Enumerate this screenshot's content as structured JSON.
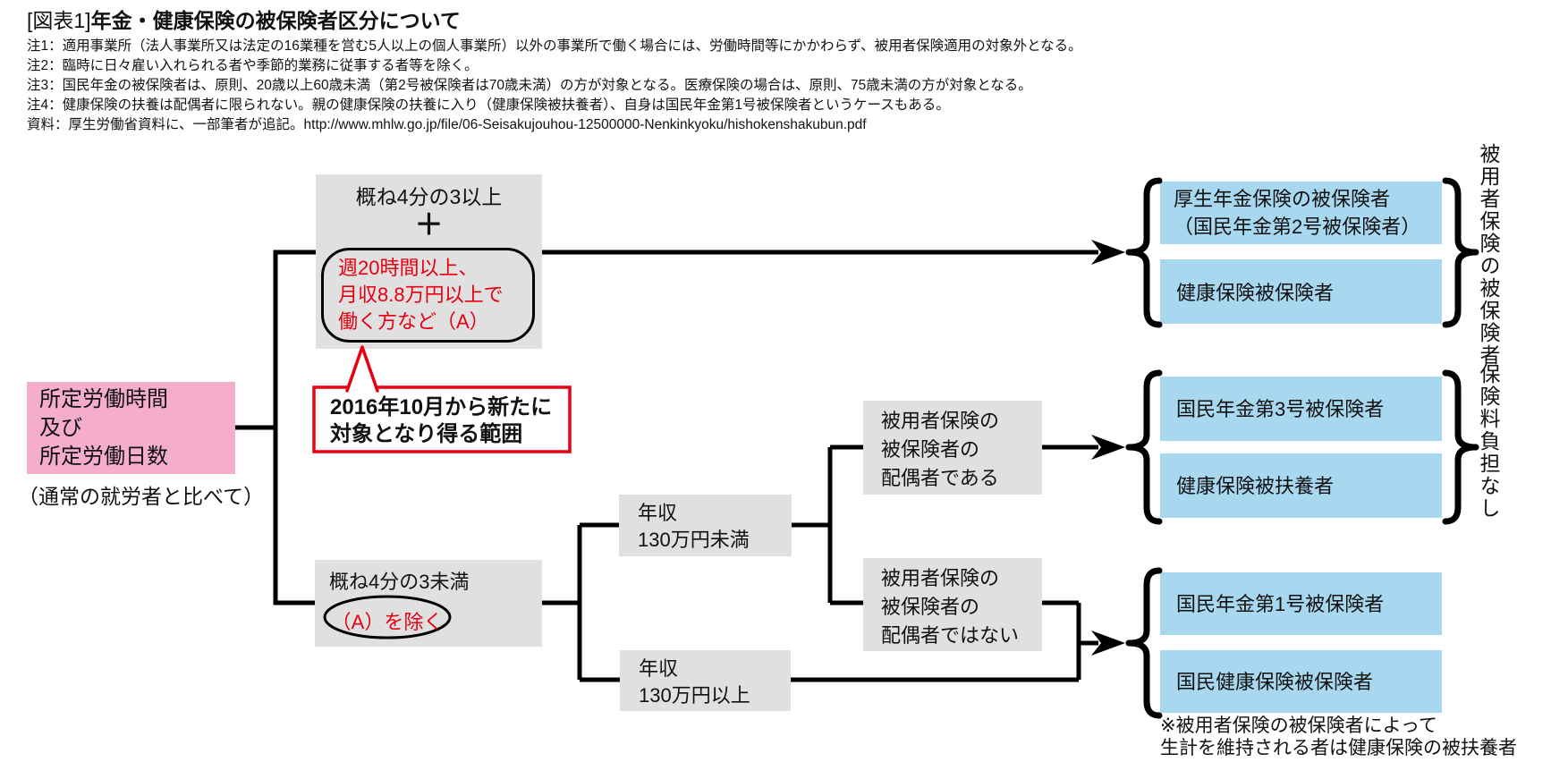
{
  "header": {
    "title_tag": "[図表1]",
    "title_text": "年金・健康保険の被保険者区分について",
    "notes": [
      "注1：適用事業所（法人事業所又は法定の16業種を営む5人以上の個人事業所）以外の事業所で働く場合には、労働時間等にかかわらず、被用者保険適用の対象外となる。",
      "注2：臨時に日々雇い入れられる者や季節的業務に従事する者等を除く。",
      "注3：国民年金の被保険者は、原則、20歳以上60歳未満（第2号被保険者は70歳未満）の方が対象となる。医療保険の場合は、原則、75歳未満の方が対象となる。",
      "注4：健康保険の扶養は配偶者に限られない。親の健康保険の扶養に入り（健康保険被扶養者）、自身は国民年金第1号被保険者というケースもある。",
      "資料：厚生労働省資料に、一部筆者が追記。http://www.mhlw.go.jp/file/06-Seisakujouhou-12500000-Nenkinkyoku/hishokenshakubun.pdf"
    ]
  },
  "flow": {
    "root": {
      "l1": "所定労働時間",
      "l2": "及び",
      "l3": "所定労働日数",
      "caption": "（通常の就労者と比べて）"
    },
    "upper": {
      "label": "概ね4分の3以上",
      "plus": "＋",
      "cond1": "週20時間以上、",
      "cond2": "月収8.8万円以上で",
      "cond3": "働く方など（A）"
    },
    "callout": {
      "l1": "2016年10月から新たに",
      "l2": "対象となり得る範囲"
    },
    "lower": {
      "label": "概ね4分の3未満",
      "exception": "（A）を除く"
    },
    "income_under": {
      "l1": "年収",
      "l2": "130万円未満"
    },
    "income_over": {
      "l1": "年収",
      "l2": "130万円以上"
    },
    "spouse_yes": {
      "l1": "被用者保険の",
      "l2": "被保険者の",
      "l3": "配偶者である"
    },
    "spouse_no": {
      "l1": "被用者保険の",
      "l2": "被保険者の",
      "l3": "配偶者ではない"
    },
    "group1": {
      "box1_l1": "厚生年金保険の被保険者",
      "box1_l2": "（国民年金第2号被保険者）",
      "box2": "健康保険被保険者"
    },
    "group2": {
      "box1": "国民年金第3号被保険者",
      "box2": "健康保険被扶養者"
    },
    "group3": {
      "box1": "国民年金第1号被保険者",
      "box2": "国民健康保険被保険者"
    },
    "side_label_top": "被用者保険の被保険者",
    "side_label_mid": "保険料負担なし",
    "footnote": {
      "l1": "※被用者保険の被保険者によって",
      "l2": "生計を維持される者は健康保険の被扶養者"
    }
  },
  "colors": {
    "pink": "#F4ADCB",
    "blue": "#A8D7F0",
    "gray": "#E0E0E0",
    "red": "#E60012",
    "line": "#000000"
  }
}
